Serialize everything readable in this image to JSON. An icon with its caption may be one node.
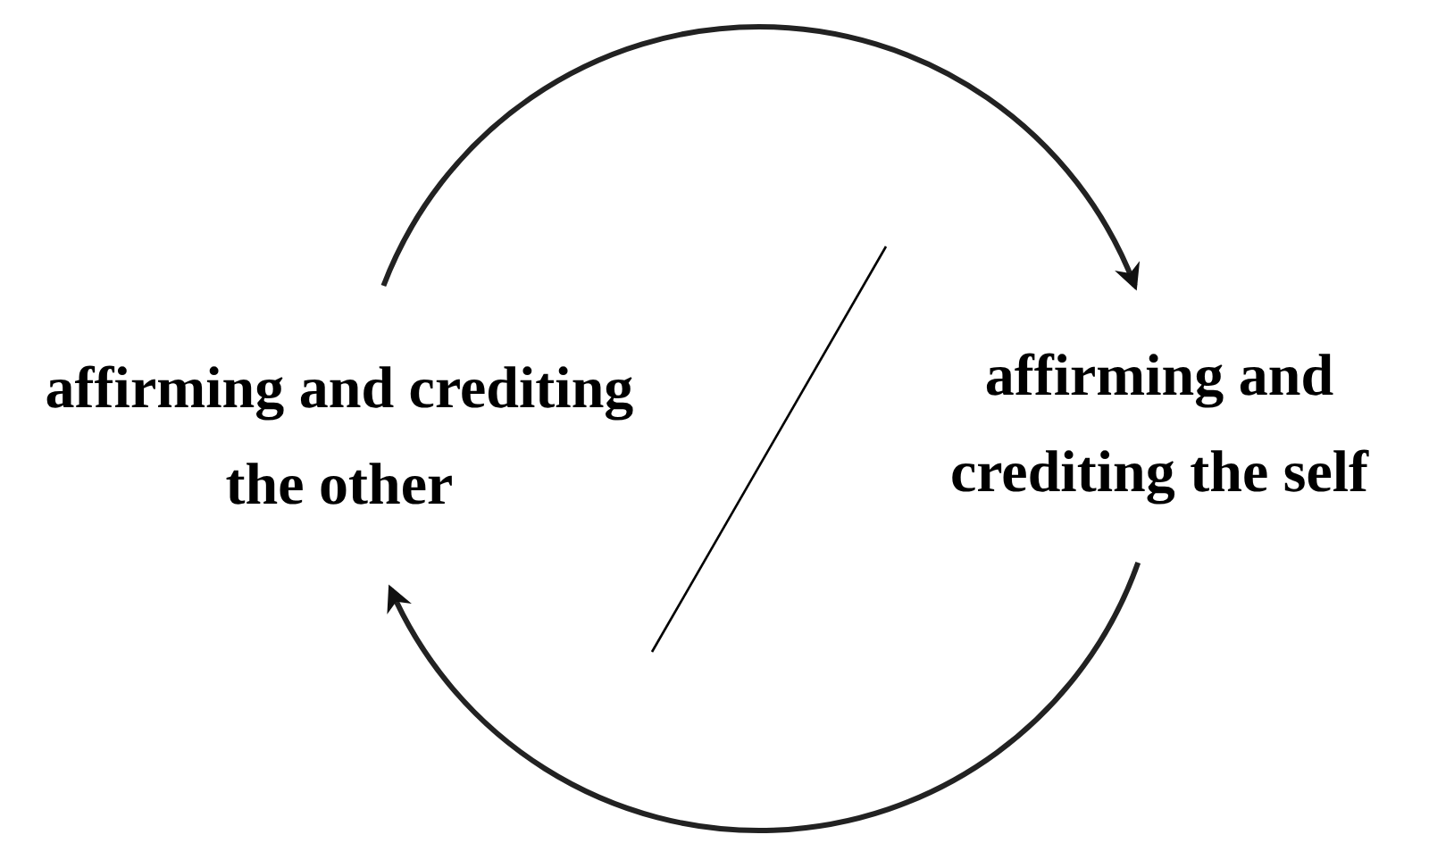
{
  "diagram": {
    "nodes": [
      {
        "text": [
          "affirming and crediting the other"
        ]
      },
      {
        "text": [
          "affirming and crediting the self"
        ]
      }
    ],
    "edges": [
      {
        "from": 0,
        "to": 1,
        "arrow": "to"
      },
      {
        "from": 1,
        "to": 0,
        "arrow": "to"
      }
    ]
  }
}
